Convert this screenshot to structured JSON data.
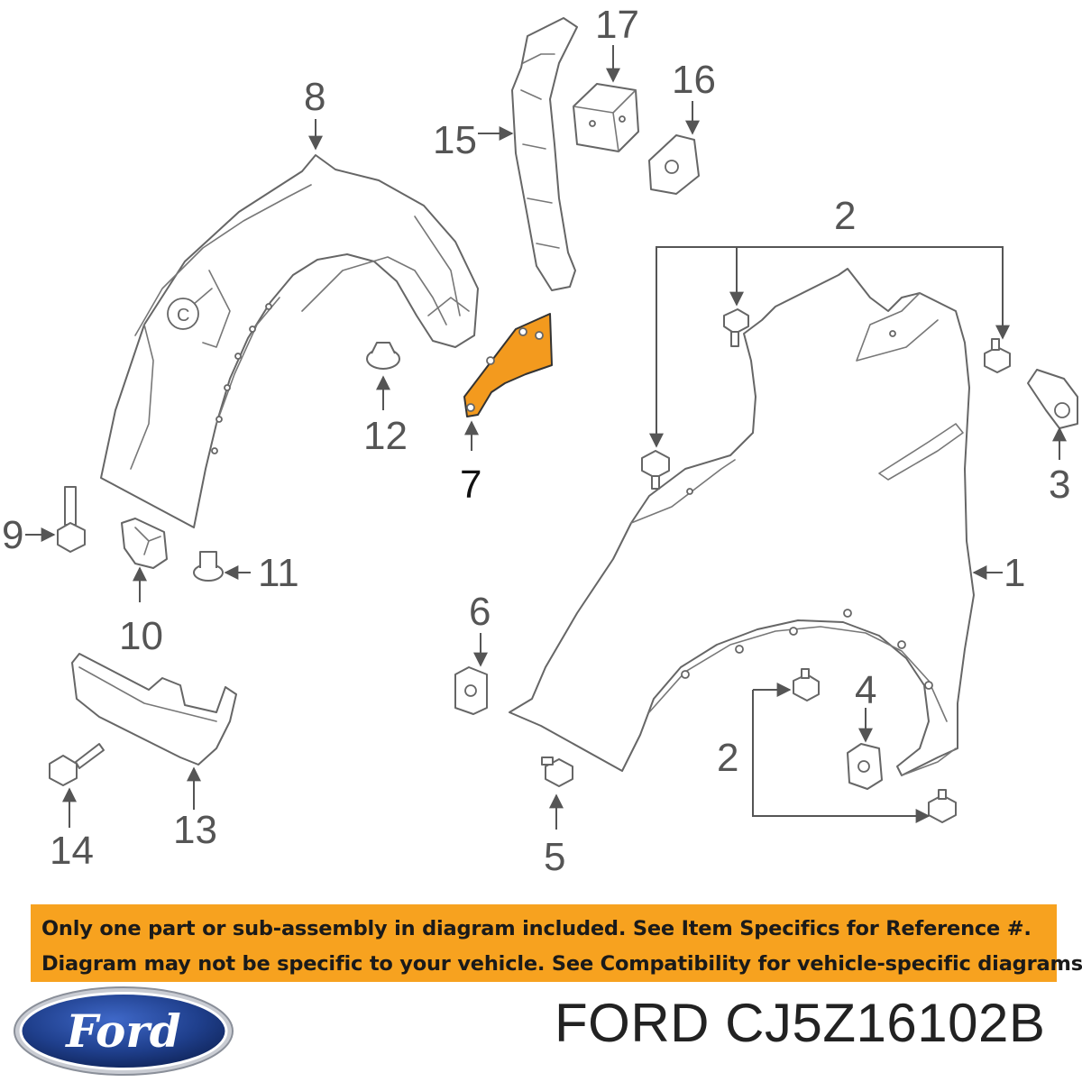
{
  "diagram": {
    "callouts": {
      "c1": "1",
      "c2a": "2",
      "c2b": "2",
      "c3": "3",
      "c4": "4",
      "c5": "5",
      "c6": "6",
      "c7": "7",
      "c8": "8",
      "c9": "9",
      "c10": "10",
      "c11": "11",
      "c12": "12",
      "c13": "13",
      "c14": "14",
      "c15": "15",
      "c16": "16",
      "c17": "17"
    },
    "highlight_color": "#f39a1e",
    "highlighted_item": "7"
  },
  "notice": {
    "line1": "Only one part or sub-assembly in diagram included. See Item Specifics for Reference #.",
    "line2": "Diagram may not be specific to your vehicle. See Compatibility for vehicle-specific diagrams.",
    "background": "#f7a21f"
  },
  "brand": {
    "logo_text": "Ford",
    "logo_color": "#1f3f8c"
  },
  "part_label": "FORD CJ5Z16102B"
}
